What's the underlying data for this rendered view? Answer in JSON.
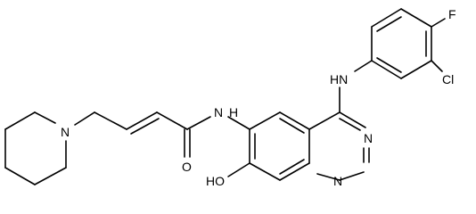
{
  "structure": {
    "atom_labels": {
      "fluorine": "F",
      "chlorine": "Cl",
      "aniline_nh": "HN",
      "amide_nh": "N",
      "amide_h": "H",
      "piperidine_n": "N",
      "carbonyl_o": "O",
      "quinazoline_n3": "N",
      "quinazoline_n1": "N",
      "hydroxyl": "HO"
    },
    "colors": {
      "bond": "#000000",
      "label": "#000000",
      "background": "#ffffff"
    }
  }
}
